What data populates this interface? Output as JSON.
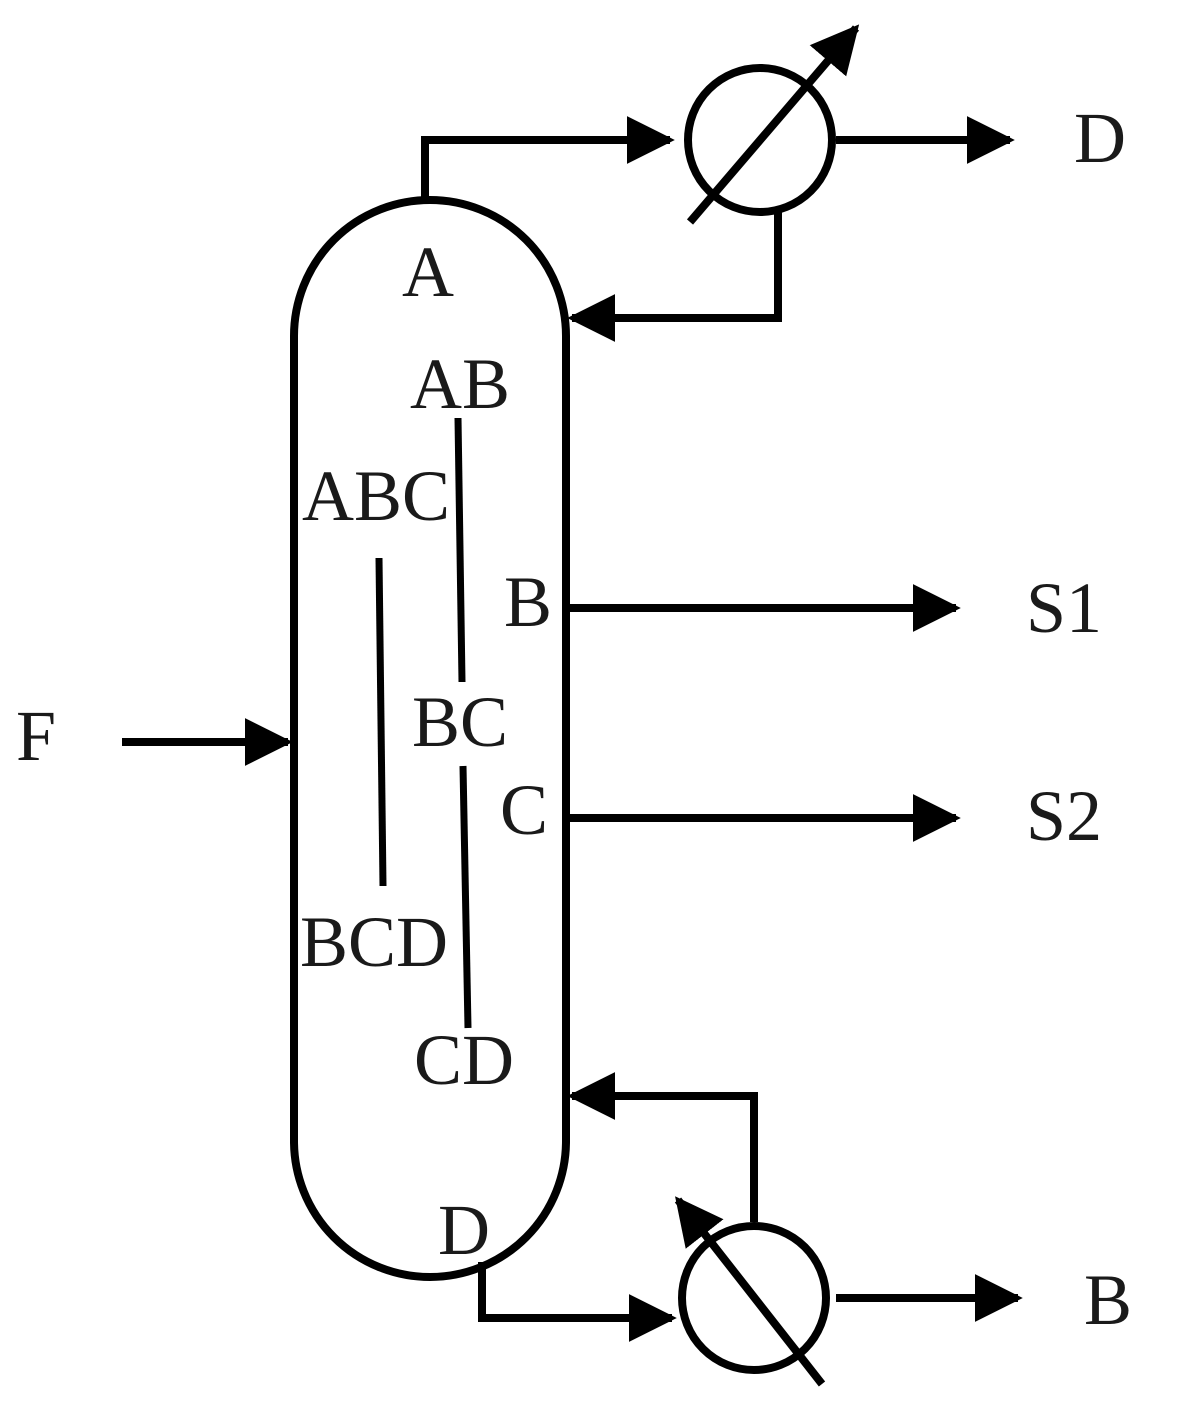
{
  "labels": {
    "column_top": "A",
    "ab": "AB",
    "abc": "ABC",
    "b_side": "B",
    "bc": "BC",
    "c_side": "C",
    "bcd": "BCD",
    "cd": "CD",
    "column_bottom": "D",
    "feed": "F",
    "distillate": "D",
    "side_stream_1": "S1",
    "side_stream_2": "S2",
    "bottoms": "B"
  }
}
